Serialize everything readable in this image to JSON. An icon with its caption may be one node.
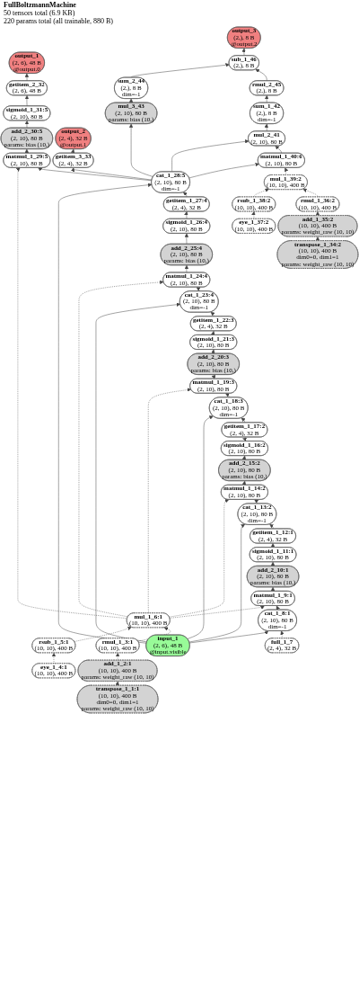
{
  "diagram": {
    "title": "FullBoltzmannMachine",
    "labels": [
      "50 tensors total (6.9 KB)",
      "220 params total (all trainable, 880 B)"
    ],
    "nodes": [
      {
        "text": [
          "output_3",
          "(2,), 8 B",
          "@output.2"
        ]
      },
      {
        "text": [
          "output_1",
          "(2, 6), 48 B",
          "@output.0"
        ]
      },
      {
        "text": [
          "sub_1_46",
          "(2,), 8 B"
        ]
      },
      {
        "text": [
          "getitem_2_32",
          "(2, 6), 48 B"
        ]
      },
      {
        "text": [
          "rmul_2_45",
          "(2,), 8 B"
        ]
      },
      {
        "text": [
          "sigmoid_1_31:5",
          "(2, 10), 80 B"
        ]
      },
      {
        "text": [
          "sum_1_42",
          "(2,), 8 B",
          "dim=-1"
        ]
      },
      {
        "text": [
          "sum_2_44",
          "(2,), 8 B",
          "dim=-1"
        ]
      },
      {
        "text": [
          "add_2_30:5",
          "(2, 10), 80 B",
          "params: bias (10,)"
        ]
      },
      {
        "text": [
          "output_2",
          "(2, 4), 32 B",
          "@output.1"
        ]
      },
      {
        "text": [
          "mul_2_41",
          "(2, 10), 80 B"
        ]
      },
      {
        "text": [
          "matmul_1_29:5",
          "(2, 10), 80 B"
        ]
      },
      {
        "text": [
          "getitem_3_33",
          "(2, 4), 32 B"
        ]
      },
      {
        "text": [
          "matmul_1_40:6",
          "(2, 10), 80 B"
        ]
      },
      {
        "text": [
          "mul_3_43",
          "(2, 10), 80 B",
          "params: bias (10,)"
        ]
      },
      {
        "text": [
          "mul_1_39:2",
          "(10, 10), 400 B"
        ]
      },
      {
        "text": [
          "cat_1_28:5",
          "(2, 10), 80 B",
          "dim=-1"
        ]
      },
      {
        "text": [
          "rsub_1_38:2",
          "(10, 10), 400 B"
        ]
      },
      {
        "text": [
          "rmul_1_36:2",
          "(10, 10), 400 B"
        ]
      },
      {
        "text": [
          "getitem_1_27:4",
          "(2, 4), 32 B"
        ]
      },
      {
        "text": [
          "eye_1_37:2",
          "(10, 10), 400 B"
        ]
      },
      {
        "text": [
          "add_1_35:2",
          "(10, 10), 400 B",
          "params: weight_raw (10, 10)"
        ]
      },
      {
        "text": [
          "sigmoid_1_26:4",
          "(2, 10), 80 B"
        ]
      },
      {
        "text": [
          "transpose_1_34:2",
          "(10, 10), 400 B",
          "dim0=0, dim1=1",
          "params: weight_raw (10, 10)"
        ]
      },
      {
        "text": [
          "add_2_25:4",
          "(2, 10), 80 B",
          "params: bias (10,)"
        ]
      },
      {
        "text": [
          "matmul_1_24:4",
          "(2, 10), 80 B"
        ]
      },
      {
        "text": [
          "cat_1_23:4",
          "(2, 10), 80 B",
          "dim=-1"
        ]
      },
      {
        "text": [
          "getitem_1_22:3",
          "(2, 4), 32 B"
        ]
      },
      {
        "text": [
          "sigmoid_1_21:3",
          "(2, 10), 80 B"
        ]
      },
      {
        "text": [
          "add_2_20:3",
          "(2, 10), 80 B",
          "params: bias (10,)"
        ]
      },
      {
        "text": [
          "matmul_1_19:3",
          "(2, 10), 80 B"
        ]
      },
      {
        "text": [
          "cat_1_18:3",
          "(2, 10), 80 B",
          "dim=-1"
        ]
      },
      {
        "text": [
          "getitem_1_17:2",
          "(2, 4), 32 B"
        ]
      },
      {
        "text": [
          "sigmoid_1_16:2",
          "(2, 10), 80 B"
        ]
      },
      {
        "text": [
          "add_2_15:2",
          "(2, 10), 80 B",
          "params: bias (10,)"
        ]
      },
      {
        "text": [
          "matmul_1_14:2",
          "(2, 10), 80 B"
        ]
      },
      {
        "text": [
          "cat_1_13:2",
          "(2, 10), 80 B",
          "dim=-1"
        ]
      },
      {
        "text": [
          "getitem_1_12:1",
          "(2, 4), 32 B"
        ]
      },
      {
        "text": [
          "sigmoid_1_11:1",
          "(2, 10), 80 B"
        ]
      },
      {
        "text": [
          "add_2_10:1",
          "(2, 10), 80 B",
          "params: bias (10,)"
        ]
      },
      {
        "text": [
          "matmul_1_9:1",
          "(2, 10), 80 B"
        ]
      },
      {
        "text": [
          "cat_1_8:1",
          "(2, 10), 80 B",
          "dim=-1"
        ]
      },
      {
        "text": [
          "mul_1_6:1",
          "(10, 10), 400 B"
        ]
      },
      {
        "text": [
          "full_1_7",
          "(2, 4), 32 B"
        ]
      },
      {
        "text": [
          "input_1",
          "(2, 6), 48 B",
          "@input.visible"
        ]
      },
      {
        "text": [
          "rmul_1_3:1",
          "(10, 10), 400 B"
        ]
      },
      {
        "text": [
          "rsub_1_5:1",
          "(10, 10), 400 B"
        ]
      },
      {
        "text": [
          "add_1_2:1",
          "(10, 10), 400 B",
          "params: weight_raw (10, 10)"
        ]
      },
      {
        "text": [
          "eye_1_4:1",
          "(10, 10), 400 B"
        ]
      },
      {
        "text": [
          "transpose_1_1:1",
          "(10, 10), 400 B",
          "dim0=0, dim1=1",
          "params: weight_raw (10, 10)"
        ]
      }
    ],
    "edges": [
      {
        "from": 49,
        "to": 47,
        "arrow": "to",
        "style": "dashed"
      },
      {
        "from": 47,
        "to": 45,
        "arrow": "to",
        "style": "dashed"
      },
      {
        "from": 48,
        "to": 46,
        "arrow": "to",
        "style": "dashed"
      },
      {
        "from": 45,
        "to": 42,
        "arrow": "to",
        "style": "dashed"
      },
      {
        "from": 46,
        "to": 42,
        "arrow": "to",
        "style": "dashed"
      },
      {
        "from": 43,
        "to": 41,
        "arrow": "to",
        "style": "dashed"
      },
      {
        "from": 44,
        "to": 41,
        "arrow": "to"
      },
      {
        "from": 41,
        "to": 40,
        "arrow": "to"
      },
      {
        "from": 42,
        "to": 40,
        "arrow": "to",
        "style": "dashed"
      },
      {
        "from": 40,
        "to": 39,
        "arrow": "to"
      },
      {
        "from": 39,
        "to": 38,
        "arrow": "to"
      },
      {
        "from": 38,
        "to": 37,
        "arrow": "to"
      },
      {
        "from": 37,
        "to": 36,
        "arrow": "to"
      },
      {
        "from": 44,
        "to": 36,
        "arrow": "to"
      },
      {
        "from": 36,
        "to": 35,
        "arrow": "to"
      },
      {
        "from": 42,
        "to": 35,
        "arrow": "to",
        "style": "dashed"
      },
      {
        "from": 35,
        "to": 34,
        "arrow": "to"
      },
      {
        "from": 34,
        "to": 33,
        "arrow": "to"
      },
      {
        "from": 33,
        "to": 32,
        "arrow": "to"
      },
      {
        "from": 32,
        "to": 31,
        "arrow": "to"
      },
      {
        "from": 44,
        "to": 31,
        "arrow": "to"
      },
      {
        "from": 31,
        "to": 30,
        "arrow": "to"
      },
      {
        "from": 42,
        "to": 30,
        "arrow": "to",
        "style": "dashed"
      },
      {
        "from": 30,
        "to": 29,
        "arrow": "to"
      },
      {
        "from": 29,
        "to": 28,
        "arrow": "to"
      },
      {
        "from": 28,
        "to": 27,
        "arrow": "to"
      },
      {
        "from": 27,
        "to": 26,
        "arrow": "to"
      },
      {
        "from": 44,
        "to": 26,
        "arrow": "to"
      },
      {
        "from": 26,
        "to": 25,
        "arrow": "to"
      },
      {
        "from": 42,
        "to": 25,
        "arrow": "to",
        "style": "dashed"
      },
      {
        "from": 25,
        "to": 24,
        "arrow": "to"
      },
      {
        "from": 24,
        "to": 22,
        "arrow": "to"
      },
      {
        "from": 22,
        "to": 19,
        "arrow": "to"
      },
      {
        "from": 19,
        "to": 16,
        "arrow": "to"
      },
      {
        "from": 44,
        "to": 16,
        "arrow": "to"
      },
      {
        "from": 16,
        "to": 11,
        "arrow": "to"
      },
      {
        "from": 42,
        "to": 11,
        "arrow": "to",
        "style": "dashed"
      },
      {
        "from": 11,
        "to": 8,
        "arrow": "to"
      },
      {
        "from": 8,
        "to": 5,
        "arrow": "to"
      },
      {
        "from": 5,
        "to": 3,
        "arrow": "to"
      },
      {
        "from": 3,
        "to": 1,
        "arrow": "to"
      },
      {
        "from": 16,
        "to": 12,
        "arrow": "to"
      },
      {
        "from": 12,
        "to": 9,
        "arrow": "to"
      },
      {
        "from": 23,
        "to": 21,
        "arrow": "to",
        "style": "dashed"
      },
      {
        "from": 21,
        "to": 18,
        "arrow": "to",
        "style": "dashed"
      },
      {
        "from": 20,
        "to": 17,
        "arrow": "to",
        "style": "dashed"
      },
      {
        "from": 18,
        "to": 15,
        "arrow": "to",
        "style": "dashed"
      },
      {
        "from": 17,
        "to": 15,
        "arrow": "to",
        "style": "dashed"
      },
      {
        "from": 15,
        "to": 13,
        "arrow": "to",
        "style": "dashed"
      },
      {
        "from": 16,
        "to": 13,
        "arrow": "to"
      },
      {
        "from": 13,
        "to": 10,
        "arrow": "to"
      },
      {
        "from": 16,
        "to": 10,
        "arrow": "to"
      },
      {
        "from": 10,
        "to": 6,
        "arrow": "to"
      },
      {
        "from": 6,
        "to": 4,
        "arrow": "to"
      },
      {
        "from": 4,
        "to": 2,
        "arrow": "to"
      },
      {
        "from": 16,
        "to": 14,
        "arrow": "to"
      },
      {
        "from": 14,
        "to": 7,
        "arrow": "to"
      },
      {
        "from": 7,
        "to": 2,
        "arrow": "to"
      },
      {
        "from": 2,
        "to": 0,
        "arrow": "to"
      }
    ]
  }
}
